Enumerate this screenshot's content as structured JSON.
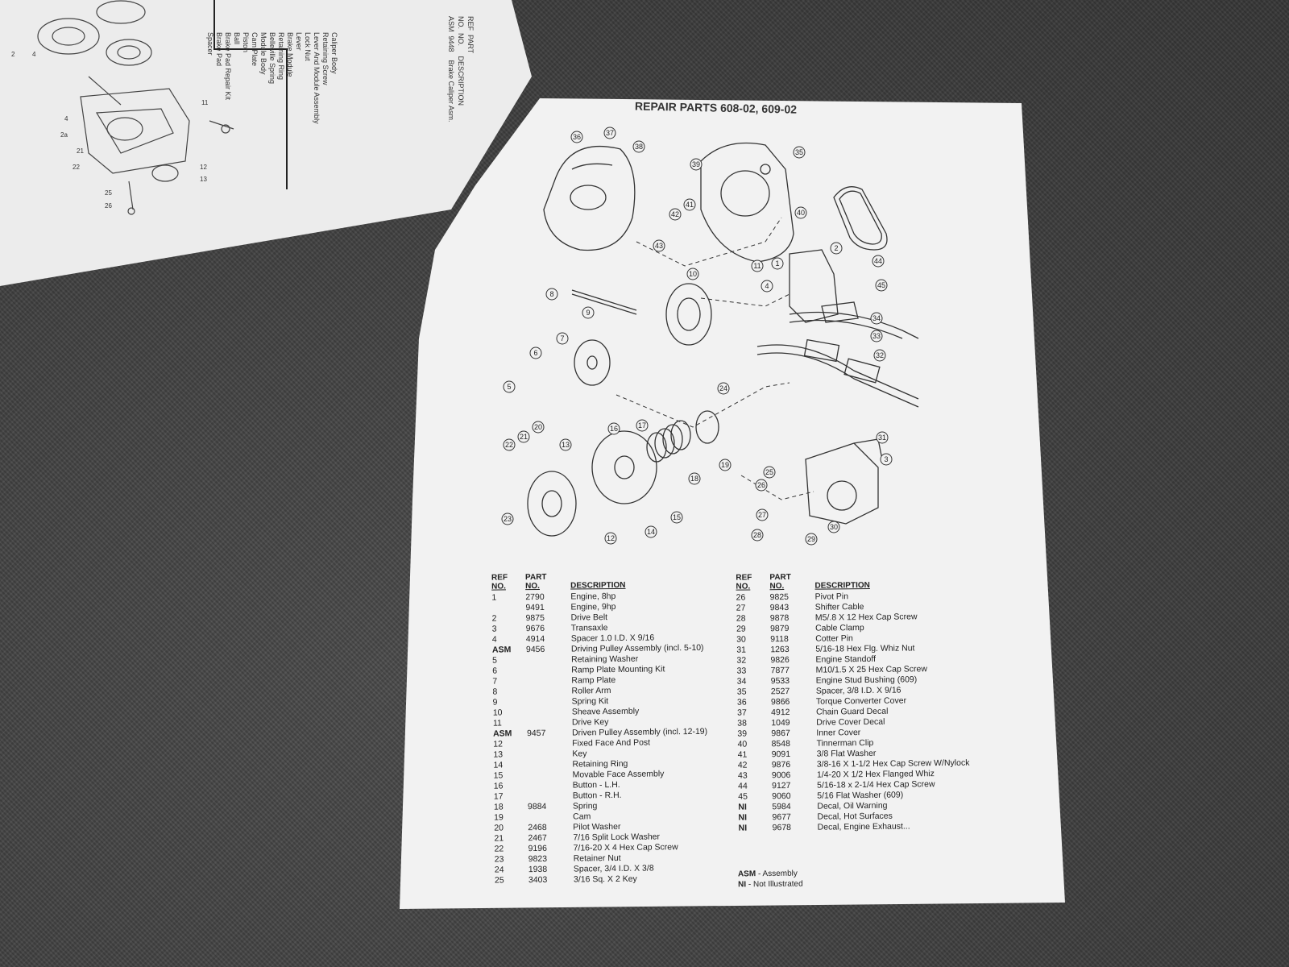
{
  "title": "REPAIR PARTS 608-02, 609-02",
  "columns": {
    "ref": "REF",
    "ref2": "NO.",
    "part": "PART",
    "part2": "NO.",
    "desc": "DESCRIPTION"
  },
  "left_rows": [
    {
      "ref": "1",
      "part": "2790",
      "desc": "Engine, 8hp"
    },
    {
      "ref": "",
      "part": "9491",
      "desc": "Engine, 9hp"
    },
    {
      "ref": "2",
      "part": "9875",
      "desc": "Drive Belt"
    },
    {
      "ref": "3",
      "part": "9676",
      "desc": "Transaxle"
    },
    {
      "ref": "4",
      "part": "4914",
      "desc": "Spacer 1.0 I.D. X 9/16"
    },
    {
      "ref": "ASM",
      "part": "9456",
      "desc": "Driving Pulley Assembly  (incl. 5-10)"
    },
    {
      "ref": "5",
      "part": "",
      "desc": "Retaining Washer"
    },
    {
      "ref": "6",
      "part": "",
      "desc": "Ramp Plate Mounting Kit"
    },
    {
      "ref": "7",
      "part": "",
      "desc": "Ramp Plate"
    },
    {
      "ref": "8",
      "part": "",
      "desc": "Roller Arm"
    },
    {
      "ref": "9",
      "part": "",
      "desc": "Spring Kit"
    },
    {
      "ref": "10",
      "part": "",
      "desc": "Sheave Assembly"
    },
    {
      "ref": "11",
      "part": "",
      "desc": "Drive Key"
    },
    {
      "ref": "ASM",
      "part": "9457",
      "desc": "Driven Pulley Assembly (incl. 12-19)"
    },
    {
      "ref": "12",
      "part": "",
      "desc": "Fixed Face And Post"
    },
    {
      "ref": "13",
      "part": "",
      "desc": "Key"
    },
    {
      "ref": "14",
      "part": "",
      "desc": "Retaining Ring"
    },
    {
      "ref": "15",
      "part": "",
      "desc": "Movable Face Assembly"
    },
    {
      "ref": "16",
      "part": "",
      "desc": "Button - L.H."
    },
    {
      "ref": "17",
      "part": "",
      "desc": "Button - R.H."
    },
    {
      "ref": "18",
      "part": "9884",
      "desc": "Spring"
    },
    {
      "ref": "19",
      "part": "",
      "desc": "Cam"
    },
    {
      "ref": "20",
      "part": "2468",
      "desc": "Pilot Washer"
    },
    {
      "ref": "21",
      "part": "2467",
      "desc": "7/16 Split Lock Washer"
    },
    {
      "ref": "22",
      "part": "9196",
      "desc": "7/16-20 X 4 Hex Cap Screw"
    },
    {
      "ref": "23",
      "part": "9823",
      "desc": "Retainer Nut"
    },
    {
      "ref": "24",
      "part": "1938",
      "desc": "Spacer, 3/4 I.D. X 3/8"
    },
    {
      "ref": "25",
      "part": "3403",
      "desc": "3/16 Sq. X 2 Key"
    }
  ],
  "right_rows": [
    {
      "ref": "26",
      "part": "9825",
      "desc": "Pivot Pin"
    },
    {
      "ref": "27",
      "part": "9843",
      "desc": "Shifter Cable"
    },
    {
      "ref": "28",
      "part": "9878",
      "desc": "M5/.8 X 12 Hex Cap Screw"
    },
    {
      "ref": "29",
      "part": "9879",
      "desc": "Cable Clamp"
    },
    {
      "ref": "30",
      "part": "9118",
      "desc": "Cotter Pin"
    },
    {
      "ref": "31",
      "part": "1263",
      "desc": "5/16-18 Hex Flg. Whiz Nut"
    },
    {
      "ref": "32",
      "part": "9826",
      "desc": "Engine Standoff"
    },
    {
      "ref": "33",
      "part": "7877",
      "desc": "M10/1.5 X 25 Hex Cap Screw"
    },
    {
      "ref": "34",
      "part": "9533",
      "desc": "Engine Stud Bushing (609)"
    },
    {
      "ref": "35",
      "part": "2527",
      "desc": "Spacer, 3/8 I.D. X 9/16"
    },
    {
      "ref": "36",
      "part": "9866",
      "desc": "Torque Converter Cover"
    },
    {
      "ref": "37",
      "part": "4912",
      "desc": "Chain Guard Decal"
    },
    {
      "ref": "38",
      "part": "1049",
      "desc": "Drive Cover Decal"
    },
    {
      "ref": "39",
      "part": "9867",
      "desc": "Inner Cover"
    },
    {
      "ref": "40",
      "part": "8548",
      "desc": "Tinnerman Clip"
    },
    {
      "ref": "41",
      "part": "9091",
      "desc": "3/8 Flat Washer"
    },
    {
      "ref": "42",
      "part": "9876",
      "desc": "3/8-16 X 1-1/2 Hex Cap Screw W/Nylock"
    },
    {
      "ref": "43",
      "part": "9006",
      "desc": "1/4-20 X 1/2 Hex Flanged Whiz"
    },
    {
      "ref": "44",
      "part": "9127",
      "desc": "5/16-18 x 2-1/4 Hex Cap Screw"
    },
    {
      "ref": "45",
      "part": "9060",
      "desc": "5/16 Flat Washer (609)"
    },
    {
      "ref": "NI",
      "part": "5984",
      "desc": "Decal, Oil Warning"
    },
    {
      "ref": "NI",
      "part": "9677",
      "desc": "Decal, Hot Surfaces"
    },
    {
      "ref": "NI",
      "part": "9678",
      "desc": "Decal, Engine Exhaust..."
    }
  ],
  "legend": {
    "asm_code": "ASM",
    "asm_text": "- Assembly",
    "ni_code": "NI",
    "ni_text": "- Not Illustrated"
  },
  "back_sheet": {
    "header": "REF  PART\nNO.  NO.     DESCRIPTION\nASM  9448    Brake Caliper Asm.",
    "items": "Caliper Body\nRetaining Screw\nLever And Module Assembly\nLock Nut\nLever\nBrake Module\nRetaining Ring\nBelleville Spring\nModule Body\nCam Plate\nPiston\nBall\nBrake Pad Repair Kit\nBrake Pad\nSpacer"
  },
  "callouts": [
    "1",
    "2",
    "3",
    "4",
    "5",
    "6",
    "7",
    "8",
    "9",
    "10",
    "11",
    "12",
    "13",
    "14",
    "15",
    "16",
    "17",
    "18",
    "19",
    "20",
    "21",
    "22",
    "23",
    "24",
    "25",
    "26",
    "27",
    "28",
    "29",
    "30",
    "31",
    "32",
    "33",
    "34",
    "35",
    "36",
    "37",
    "38",
    "39",
    "40",
    "41",
    "42",
    "43",
    "44",
    "45"
  ]
}
